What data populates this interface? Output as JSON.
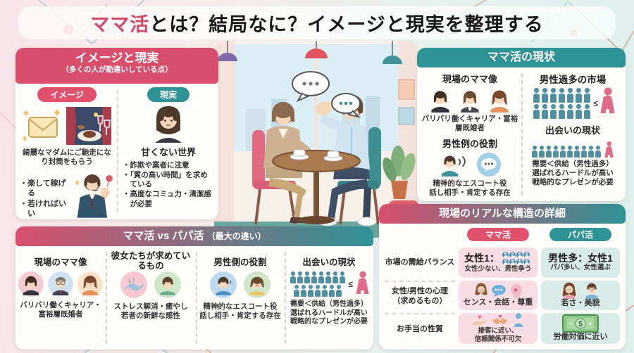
{
  "title": {
    "accent": "ママ活",
    "rest": "とは？結局なに？イメージと現実を整理する"
  },
  "colors": {
    "pink": "#d84f6e",
    "teal": "#2f9295",
    "bg_left": "#f8e4e8",
    "bg_right": "#ddf0ec"
  },
  "left_panel": {
    "header": "イメージと現実",
    "subheader": "（多くの人が勘違いしている点）",
    "image_badge": "イメージ",
    "reality_badge": "現実",
    "image_caption": "綺麗なマダムにご馳走になり封筒をもらう",
    "image_bullets": [
      "・楽して稼げる",
      "・若ければいい"
    ],
    "reality_heading": "甘くない世界",
    "reality_bullets": [
      "・詐欺や業者に注意",
      "・「質の高い時間」を求めている",
      "・高度なコミュ力・清潔感が必要"
    ]
  },
  "current_panel": {
    "header": "ママ活の現状",
    "mama_profile_heading": "現場のママ像",
    "mama_profile_caption": "バリバリ働くキャリア・富裕層既婚者",
    "male_role_heading": "男性例の役割",
    "male_role_caption1": "精神的なエスコート役",
    "male_role_caption2": "話し相手・肯定する存在",
    "market_heading": "男性過多の市場",
    "lte": "≤",
    "deai_heading": "出会いの現状",
    "deai_caption1": "需要＜供給（男性過多）",
    "deai_caption2": "選ばれるハードルが高い",
    "deai_caption3": "戦略的なプレゼンが必要"
  },
  "vs_panel": {
    "header": "ママ活 vs パパ活",
    "header_sub": "（最大の違い）",
    "col1_heading": "現場のママ像",
    "col1_caption": "バリバリ働くキャリア・富裕層既婚者",
    "col2_heading": "彼女たちが求めているもの",
    "col2_caption1": "ストレス解消・癒やし",
    "col2_caption2": "若者の新鮮な感性",
    "col3_heading": "男性側の役割",
    "col3_caption1": "精神的なエスコート役",
    "col3_caption2": "話し相手・肯定する存在",
    "col4_heading": "出会いの現状",
    "col4_caption1": "需要＜供給（男性過多）",
    "col4_caption2": "選ばれるハードルが高い",
    "col4_caption3": "戦略的なプレゼンが必要",
    "lte": "≤"
  },
  "detail_panel": {
    "header": "現場のリアルな構造の詳細",
    "mama_col": "ママ活",
    "papa_col": "パパ活",
    "row1_label": "市場の需給バランス",
    "row1_mama_main": "女性1：",
    "row1_mama_sub": "女性少ない、男性争う",
    "row1_papa_main": "男性多：女性1",
    "row1_papa_sub": "パパ多い、女性選ぶ",
    "row2_label": "女性/男性の心理（求めるもの）",
    "row2_mama_sub": "センス・会話・尊重",
    "row2_papa_sub": "若さ・美貌",
    "row3_label": "お手当の性質",
    "row3_mama_sub1": "接客に近い、",
    "row3_mama_sub2": "信頼関係不可欠",
    "row3_papa_sub": "労働対価に近い"
  },
  "crowds": {
    "market_row1": 7,
    "market_row2": 7,
    "deai_males": 10,
    "vs_row1": 8,
    "vs_row2": 7,
    "mini_row1": 4,
    "mini_row2": 4
  }
}
